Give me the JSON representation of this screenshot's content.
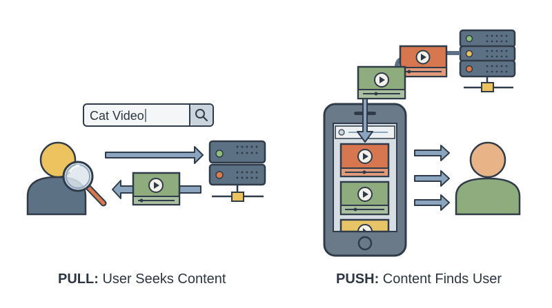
{
  "pull": {
    "search_query": "Cat Video",
    "caption_bold": "PULL:",
    "caption_text": " User Seeks Content"
  },
  "push": {
    "caption_bold": "PUSH:",
    "caption_text": " Content Finds User"
  },
  "colors": {
    "outline": "#2f3b48",
    "server": "#5d7184",
    "video_green": "#8fac7e",
    "video_orange": "#d7774f",
    "video_yellow": "#e8c468",
    "arrow": "#8aa5bd",
    "user_yellow": "#ecc35f",
    "user_peach": "#e8b487",
    "magnifier": "#d7774f",
    "screen": "#d7dee3",
    "phone": "#6b7a88",
    "led_green": "#8fbf7a",
    "led_orange": "#e07a4a",
    "led_yellow": "#ecc35f"
  },
  "icons": [
    "search-icon",
    "magnifier-icon",
    "server-icon",
    "video-card-icon",
    "smartphone-icon",
    "user-icon",
    "arrow-icon"
  ]
}
